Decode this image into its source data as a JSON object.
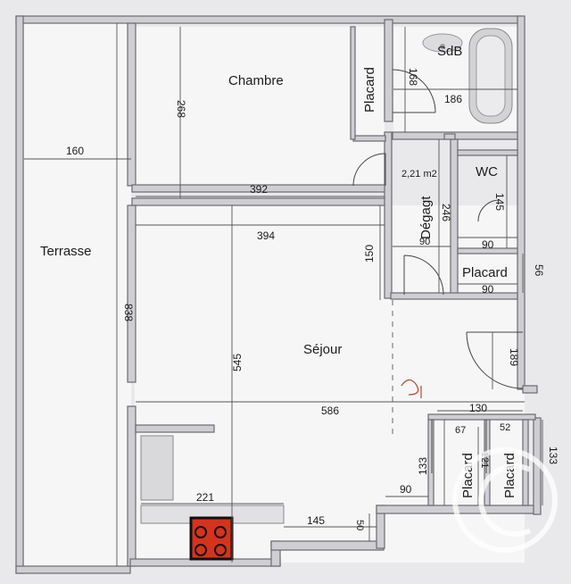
{
  "rooms": {
    "terrasse": "Terrasse",
    "chambre": "Chambre",
    "placard_chambre": "Placard",
    "sdb": "SdB",
    "degagt": "Dégagt",
    "degagt_area": "2,21 m2",
    "wc": "WC",
    "placard_wc": "Placard",
    "sejour": "Séjour",
    "placard_bottom_left": "Placard",
    "placard_bottom_right": "Placard"
  },
  "dimensions": {
    "terrasse_width": "160",
    "terrasse_height": "838",
    "chambre_height": "268",
    "chambre_width": "392",
    "sdb_height": "168",
    "sdb_width": "186",
    "degagt_width": "90",
    "degagt_height": "246",
    "wc_height": "145",
    "wc_width": "90",
    "placard_wc_width": "90",
    "placard_wc_height": "56",
    "sejour_top_width": "394",
    "sejour_upper_height": "150",
    "sejour_height": "545",
    "sejour_width": "586",
    "right_wall_height": "189",
    "placard_zone_width": "130",
    "placard_left_width": "67",
    "placard_right_width": "52",
    "placard_height_left": "133",
    "placard_height_right": "133",
    "placard_inner_height": "121",
    "placard_opening": "90",
    "kitchen_width": "221",
    "kitchen_step_width": "145",
    "kitchen_step_height": "50"
  }
}
